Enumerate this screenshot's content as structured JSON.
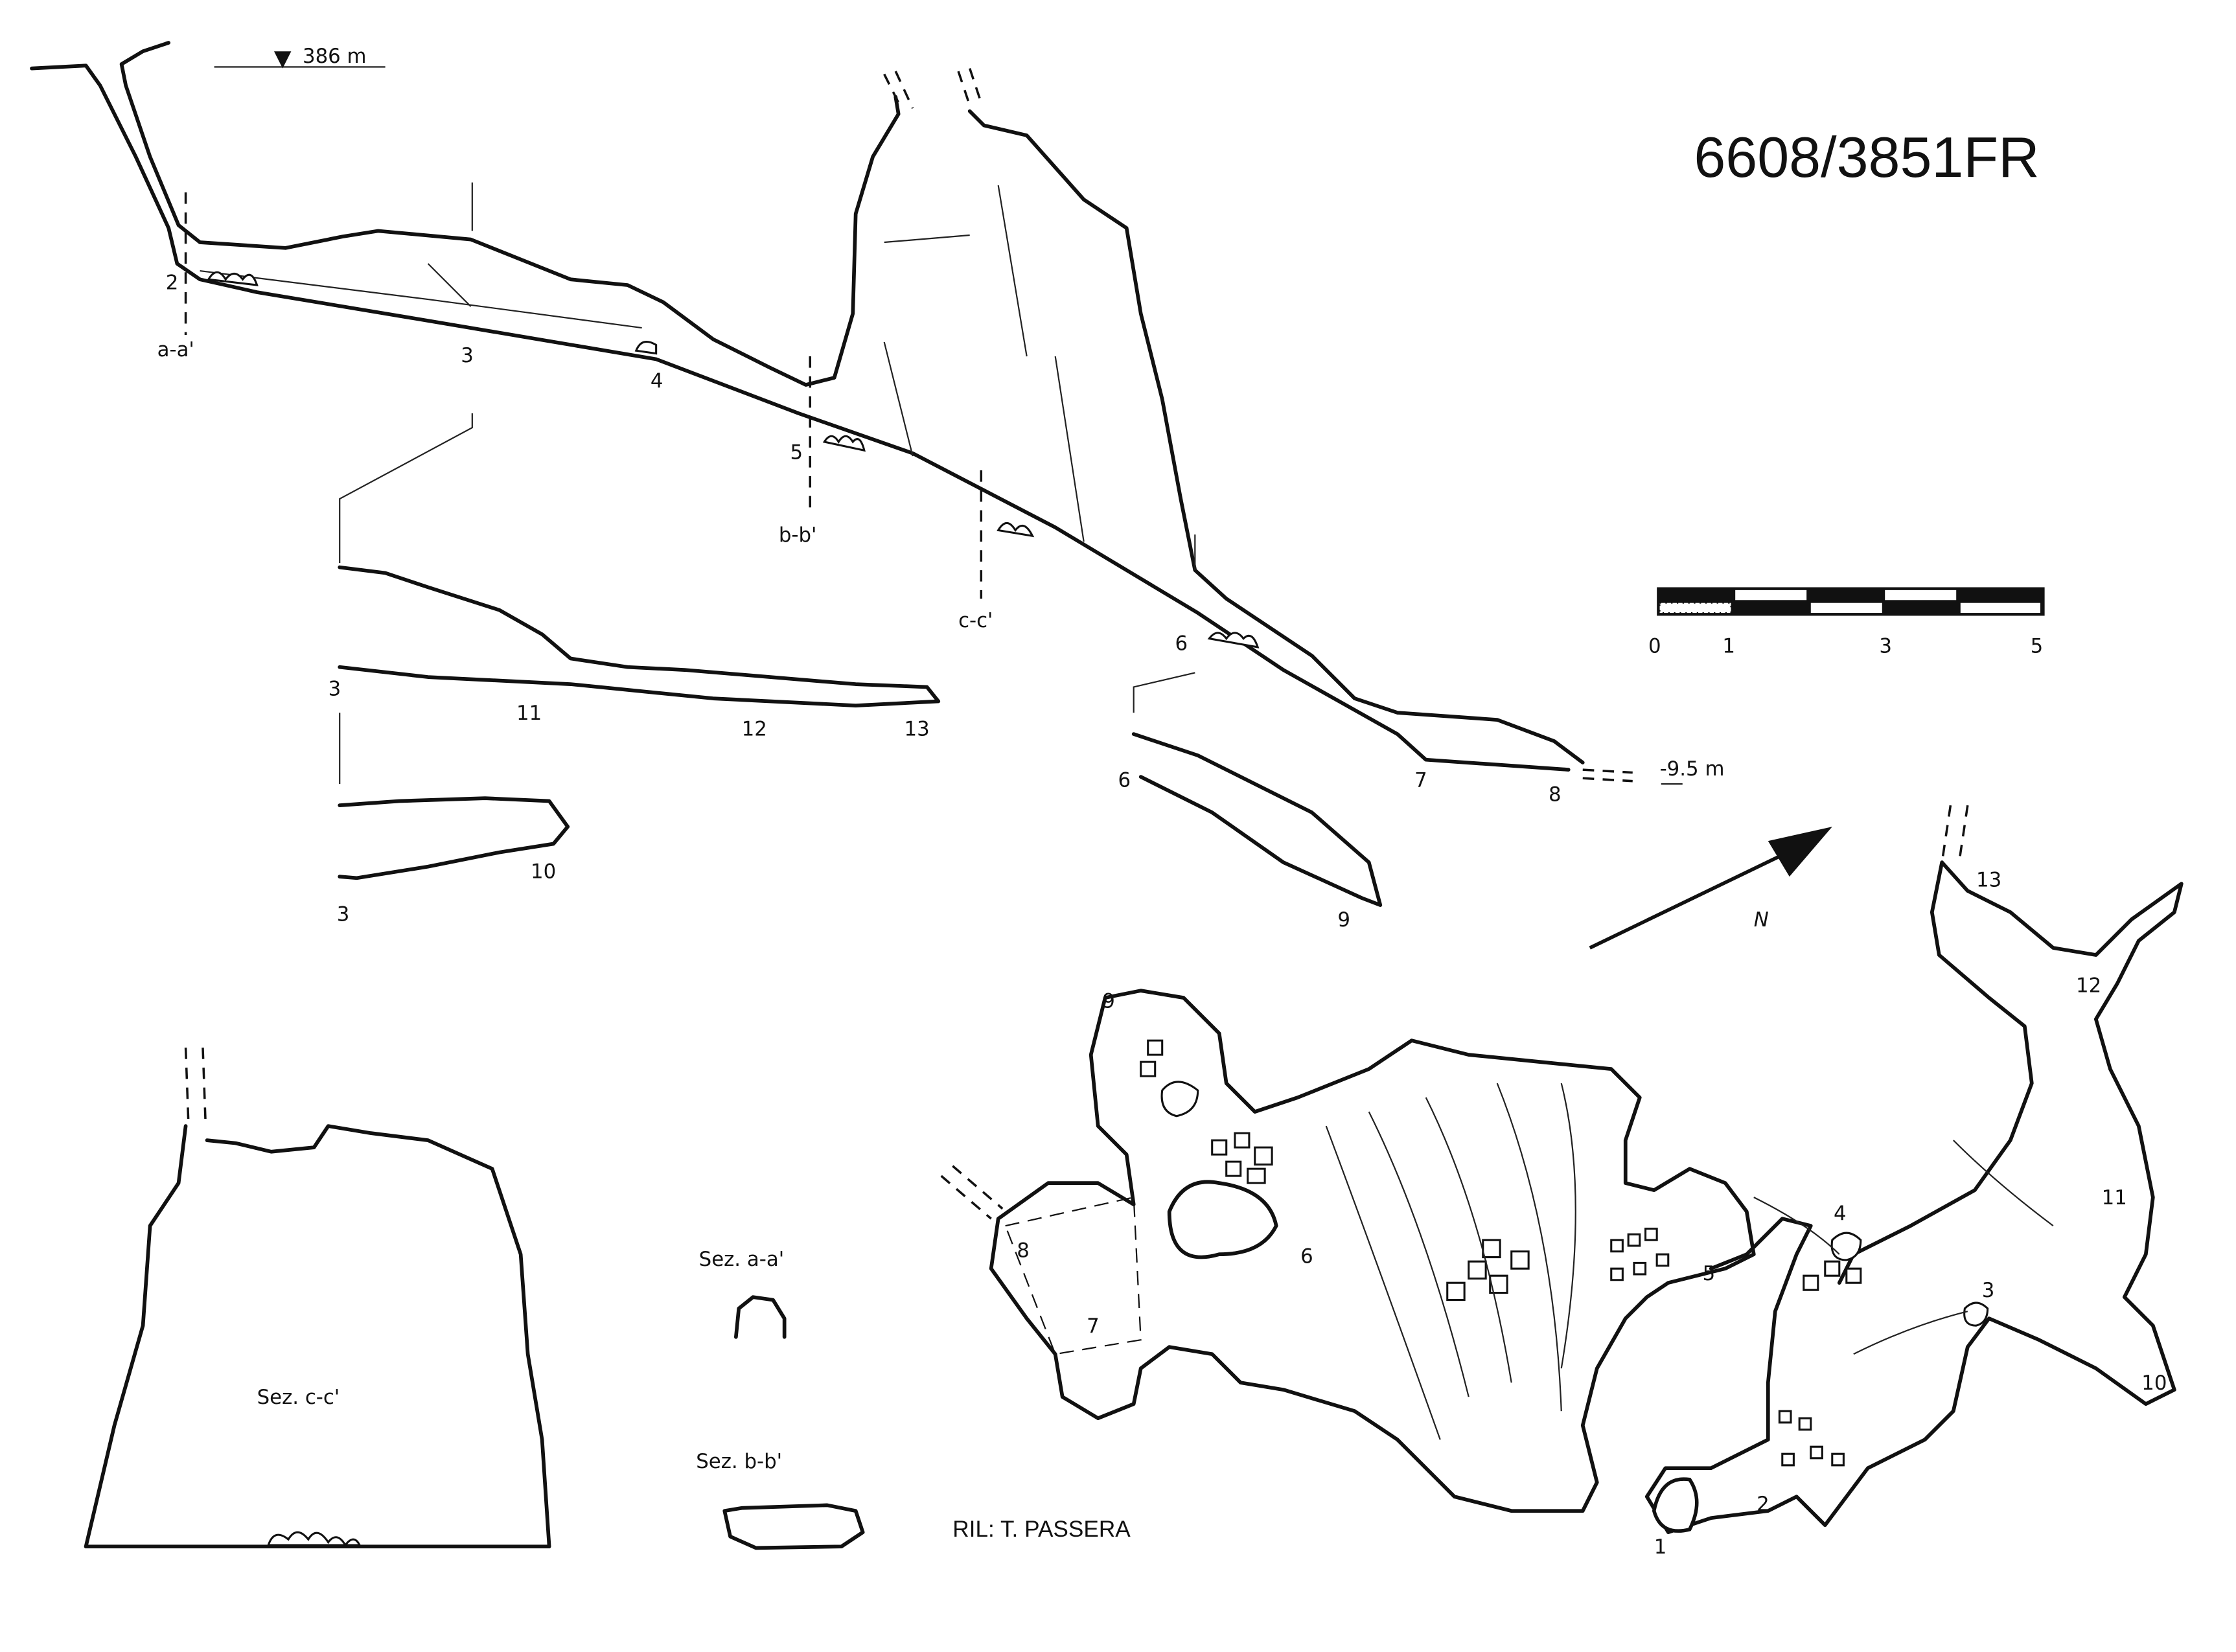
{
  "title": "6608/3851FR",
  "entrance_elevation": "386 m",
  "depth_label": "-9.5 m",
  "credit": "RIL: T. PASSERA",
  "north_label": "N",
  "scale_bar": {
    "labels": [
      "0",
      "1",
      "3",
      "5"
    ],
    "unit_max": 5
  },
  "section_marks": {
    "a": "a-a'",
    "b": "b-b'",
    "c": "c-c'"
  },
  "section_titles": {
    "a": "Sez. a-a'",
    "b": "Sez. b-b'",
    "c": "Sez. c-c'"
  },
  "profile_stations": {
    "s2": "2",
    "s3": "3",
    "s4": "4",
    "s5": "5",
    "s6": "6",
    "s7": "7",
    "s8": "8",
    "b11": "11",
    "b12": "12",
    "b13": "13",
    "b3a": "3",
    "b3b": "3",
    "b10": "10",
    "b6": "6",
    "b9": "9"
  },
  "plan_stations": {
    "p1": "1",
    "p2": "2",
    "p3": "3",
    "p4": "4",
    "p5": "5",
    "p6": "6",
    "p7": "7",
    "p8": "8",
    "p9": "9",
    "p10": "10",
    "p11": "11",
    "p12": "12",
    "p13": "13"
  }
}
